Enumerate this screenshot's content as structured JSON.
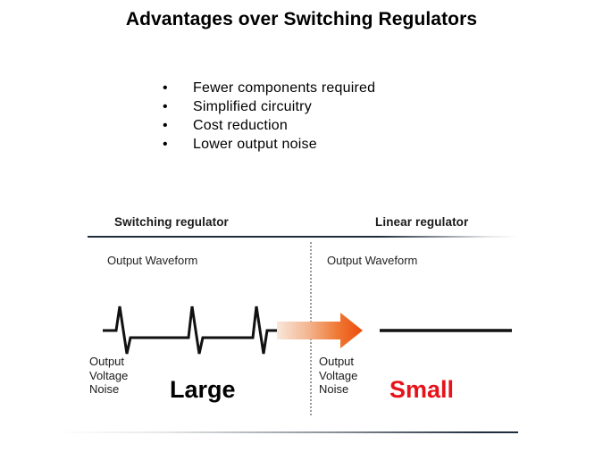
{
  "slide": {
    "title": "Advantages over Switching Regulators"
  },
  "bullets": {
    "marker": "•",
    "items": [
      "Fewer components required",
      "Simplified circuitry",
      "Cost reduction",
      "Lower output noise"
    ]
  },
  "comparison": {
    "left": {
      "heading": "Switching regulator",
      "waveform_caption": "Output Waveform",
      "noise_label_lines": [
        "Output",
        "Voltage",
        "Noise"
      ],
      "magnitude": "Large",
      "magnitude_color": "#000000",
      "waveform_type": "ripple-spikes"
    },
    "right": {
      "heading": "Linear regulator",
      "waveform_caption": "Output Waveform",
      "noise_label_lines": [
        "Output",
        "Voltage",
        "Noise"
      ],
      "magnitude": "Small",
      "magnitude_color": "#e8121a",
      "waveform_type": "flat-line"
    },
    "arrow": {
      "name": "transition-arrow",
      "gradient_from": "#f7ded0",
      "gradient_to": "#ef5a16"
    },
    "divider_color": "#9b9b9b",
    "rule_color": "#1f2d3d"
  }
}
